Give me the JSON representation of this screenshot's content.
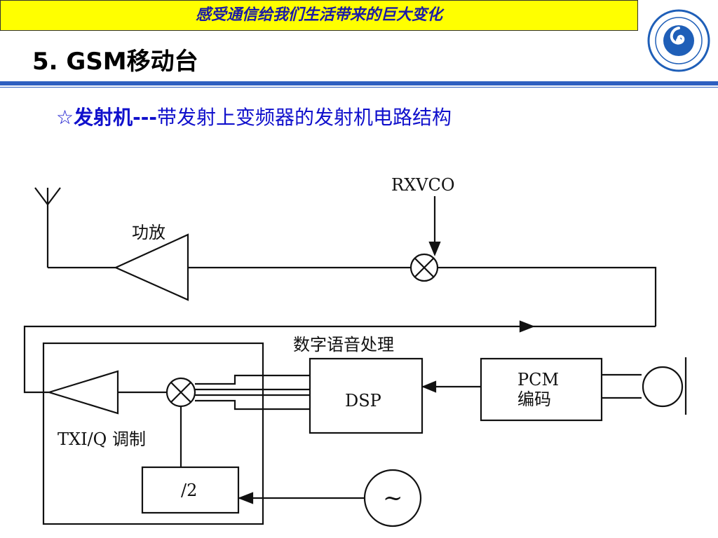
{
  "header": {
    "banner_text": "感受通信给我们生活带来的巨大变化",
    "title": "5. GSM移动台"
  },
  "subtitle": {
    "star": "☆",
    "lead": "发射机---",
    "rest": "带发射上变频器的发射机电路结构"
  },
  "diagram": {
    "labels": {
      "rxvco": "RXVCO",
      "pa": "功放",
      "dsp_section": "数字语音处理",
      "dsp": "DSP",
      "pcm_line1": "PCM",
      "pcm_line2": "编码",
      "modulator": "TXI/Q 调制",
      "divider": "/2",
      "osc": "~"
    }
  },
  "icons": {
    "logo": "university-seal-icon"
  },
  "colors": {
    "banner_bg": "#ffff00",
    "banner_text": "#1a1aa6",
    "rule": "#2e5fc0",
    "subtitle": "#1010cc"
  }
}
